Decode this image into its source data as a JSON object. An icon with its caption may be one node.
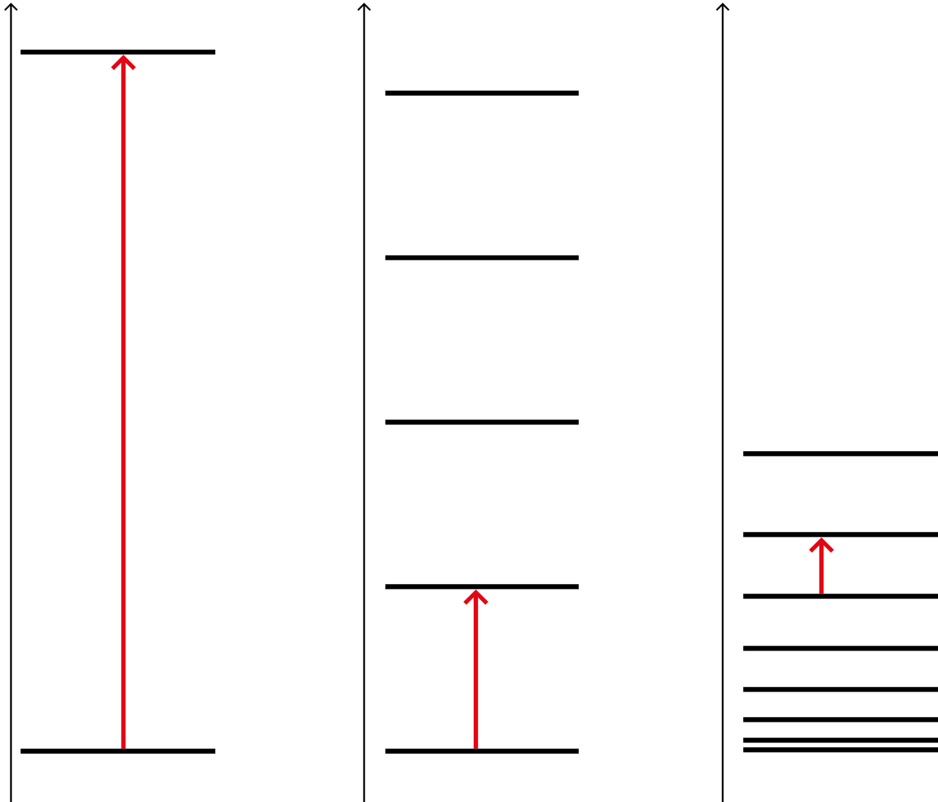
{
  "diagram": {
    "nodes": [
      {
        "text": [],
        "shape": "bar"
      },
      {
        "text": [],
        "shape": "bar"
      },
      {
        "text": [],
        "shape": "bar"
      },
      {
        "text": [],
        "shape": "bar"
      },
      {
        "text": [],
        "shape": "bar"
      },
      {
        "text": [],
        "shape": "bar"
      },
      {
        "text": [],
        "shape": "bar"
      },
      {
        "text": [],
        "shape": "bar"
      },
      {
        "text": [],
        "shape": "bar"
      },
      {
        "text": [],
        "shape": "bar"
      },
      {
        "text": [],
        "shape": "bar"
      },
      {
        "text": [],
        "shape": "bar"
      },
      {
        "text": [],
        "shape": "bar"
      },
      {
        "text": [],
        "shape": "bar"
      },
      {
        "text": [],
        "shape": "bar"
      }
    ],
    "edges": [
      {
        "from": 1,
        "to": 0,
        "arrow": "to"
      },
      {
        "from": 6,
        "to": 5,
        "arrow": "to"
      },
      {
        "from": 9,
        "to": 8,
        "arrow": "to"
      }
    ]
  }
}
